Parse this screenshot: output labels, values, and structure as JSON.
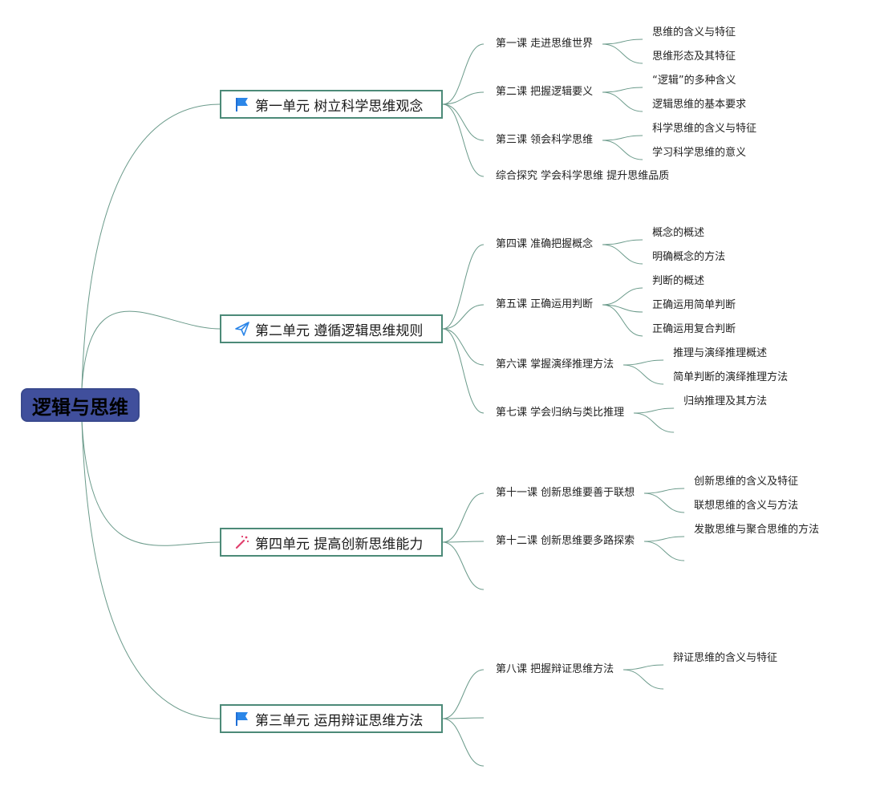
{
  "root": {
    "label": "逻辑与思维"
  },
  "colors": {
    "root_fill": "#404f9c",
    "link": "#6a9a8a",
    "unit_border": "#4c8a78"
  },
  "units": [
    {
      "label": "第一单元 树立科学思维观念",
      "icon": "blue-flag-icon",
      "lessons": [
        {
          "label": "第一课 走进思维世界",
          "topics": [
            "思维的含义与特征",
            "思维形态及其特征"
          ]
        },
        {
          "label": "第二课 把握逻辑要义",
          "topics": [
            "“逻辑”的多种含义",
            "逻辑思维的基本要求"
          ]
        },
        {
          "label": "第三课 领会科学思维",
          "topics": [
            "科学思维的含义与特征",
            "学习科学思维的意义"
          ]
        },
        {
          "label": "综合探究 学会科学思维 提升思维品质",
          "topics": []
        }
      ]
    },
    {
      "label": "第二单元 遵循逻辑思维规则",
      "icon": "paper-plane-icon",
      "lessons": [
        {
          "label": "第四课 准确把握概念",
          "topics": [
            "概念的概述",
            "明确概念的方法"
          ]
        },
        {
          "label": "第五课 正确运用判断",
          "topics": [
            "判断的概述",
            "正确运用简单判断",
            "正确运用复合判断"
          ]
        },
        {
          "label": "第六课 掌握演绎推理方法",
          "topics": [
            "推理与演绎推理概述",
            "简单判断的演绎推理方法"
          ]
        },
        {
          "label": "第七课 学会归纳与类比推理",
          "topics": [
            "归纳推理及其方法",
            ""
          ]
        }
      ]
    },
    {
      "label": "第四单元 提高创新思维能力",
      "icon": "magic-wand-icon",
      "lessons": [
        {
          "label": "第十一课 创新思维要善于联想",
          "topics": [
            "创新思维的含义及特征",
            "联想思维的含义与方法"
          ]
        },
        {
          "label": "第十二课 创新思维要多路探索",
          "topics": [
            "发散思维与聚合思维的方法",
            ""
          ]
        },
        {
          "label": "",
          "topics": []
        }
      ]
    },
    {
      "label": "第三单元 运用辩证思维方法",
      "icon": "blue-flag-icon",
      "lessons": [
        {
          "label": "第八课 把握辩证思维方法",
          "topics": [
            "辩证思维的含义与特征",
            ""
          ]
        },
        {
          "label": "",
          "topics": []
        },
        {
          "label": "",
          "topics": []
        }
      ]
    }
  ]
}
